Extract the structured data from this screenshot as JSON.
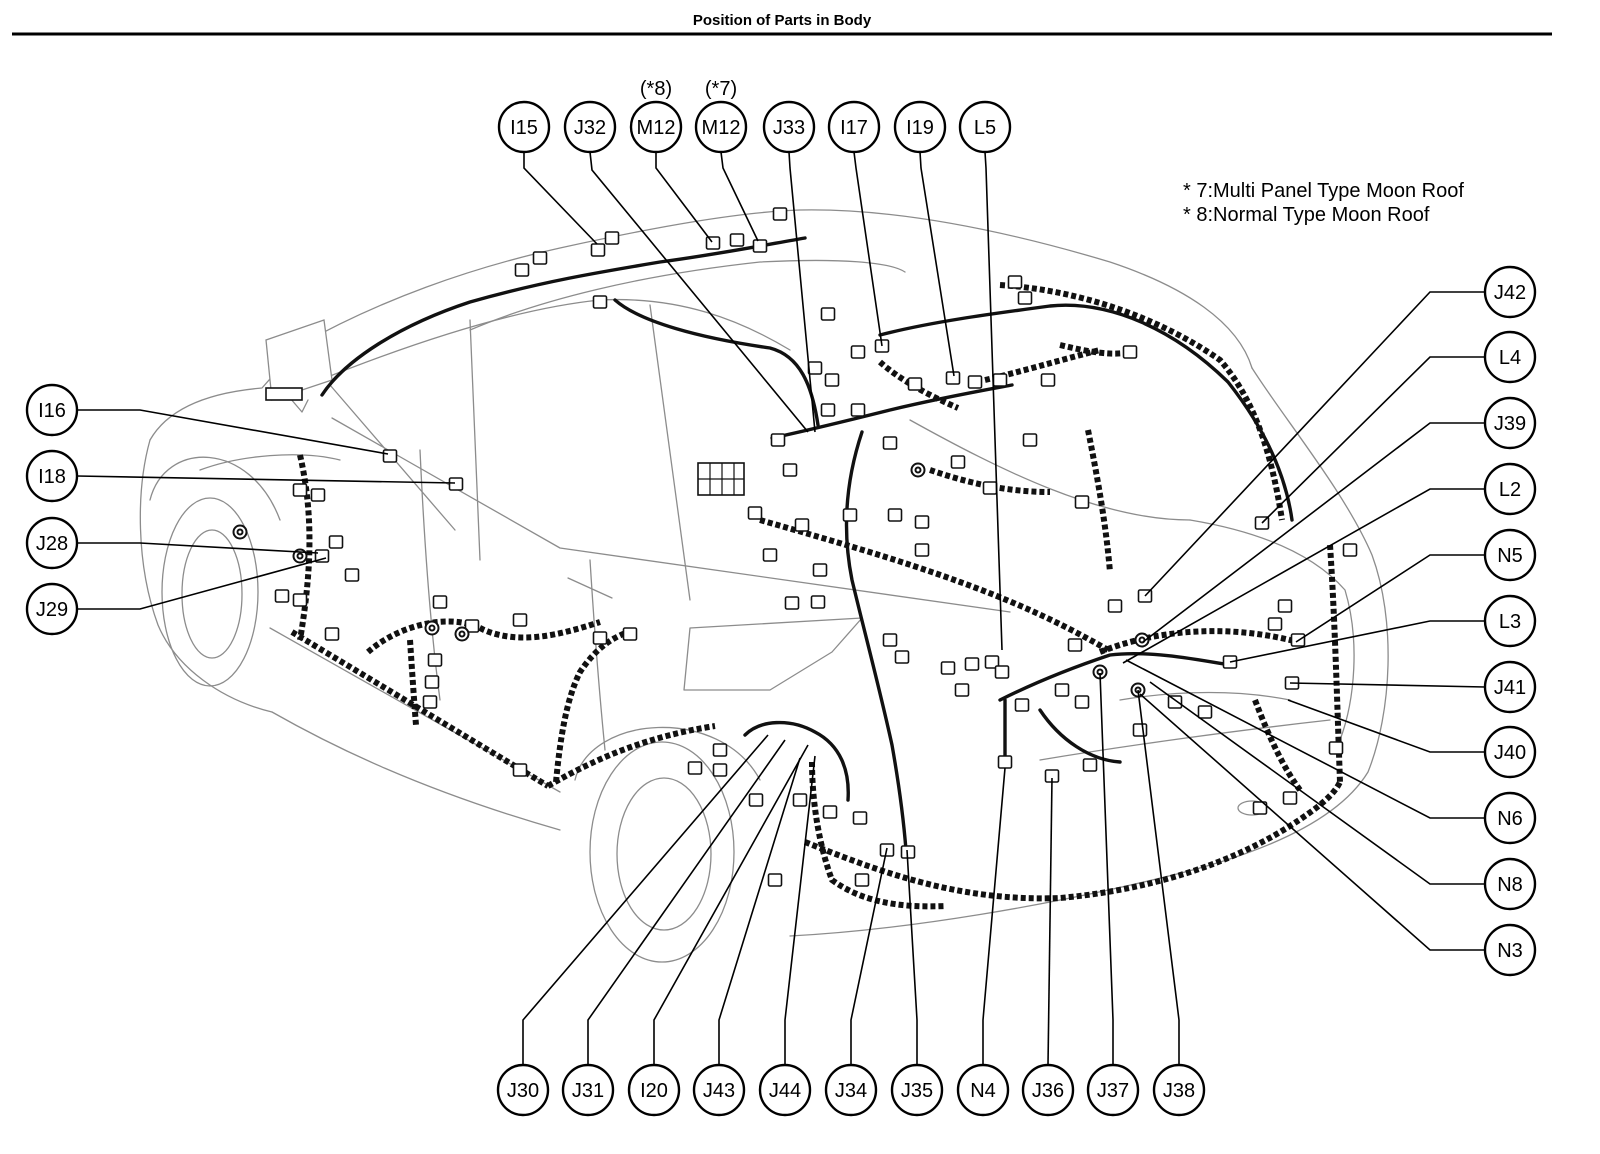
{
  "title": "Position of Parts in Body",
  "notes": [
    "* 7:Multi Panel Type Moon Roof",
    "* 8:Normal Type Moon Roof"
  ],
  "callouts": {
    "top": [
      {
        "label": "I15"
      },
      {
        "label": "J32"
      },
      {
        "label": "M12",
        "note": "(*8)"
      },
      {
        "label": "M12",
        "note": "(*7)"
      },
      {
        "label": "J33"
      },
      {
        "label": "I17"
      },
      {
        "label": "I19"
      },
      {
        "label": "L5"
      }
    ],
    "left": [
      {
        "label": "I16"
      },
      {
        "label": "I18"
      },
      {
        "label": "J28"
      },
      {
        "label": "J29"
      }
    ],
    "right": [
      {
        "label": "J42"
      },
      {
        "label": "L4"
      },
      {
        "label": "J39"
      },
      {
        "label": "L2"
      },
      {
        "label": "N5"
      },
      {
        "label": "L3"
      },
      {
        "label": "J41"
      },
      {
        "label": "J40"
      },
      {
        "label": "N6"
      },
      {
        "label": "N8"
      },
      {
        "label": "N3"
      }
    ],
    "bottom": [
      {
        "label": "J30"
      },
      {
        "label": "J31"
      },
      {
        "label": "I20"
      },
      {
        "label": "J43"
      },
      {
        "label": "J44"
      },
      {
        "label": "J34"
      },
      {
        "label": "J35"
      },
      {
        "label": "N4"
      },
      {
        "label": "J36"
      },
      {
        "label": "J37"
      },
      {
        "label": "J38"
      }
    ]
  }
}
